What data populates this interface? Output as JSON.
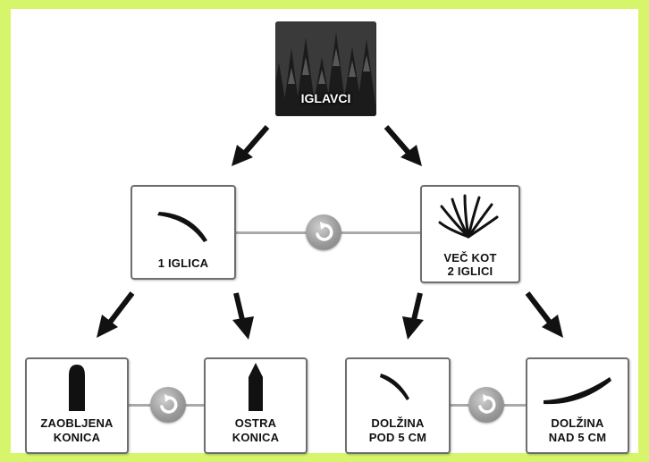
{
  "root": {
    "label": "IGLAVCI"
  },
  "level1": {
    "left": {
      "label": "1 IGLICA"
    },
    "right": {
      "label_line1": "VEČ KOT",
      "label_line2": "2 IGLICI"
    }
  },
  "level2": {
    "a": {
      "label_line1": "ZAOBLJENA",
      "label_line2": "KONICA"
    },
    "b": {
      "label_line1": "OSTRA",
      "label_line2": "KONICA"
    },
    "c": {
      "label_line1": "DOLŽINA",
      "label_line2": "POD 5 CM"
    },
    "d": {
      "label_line1": "DOLŽINA",
      "label_line2": "NAD 5 CM"
    }
  },
  "icons": {
    "root": "conifer-forest-photo",
    "swap": "rotate-swap-icon",
    "arrow": "down-arrow-icon"
  },
  "colors": {
    "frame": "#d7f56a",
    "card_border": "#6e6e6e",
    "connector": "#a9a9a9",
    "needle": "#111111"
  }
}
